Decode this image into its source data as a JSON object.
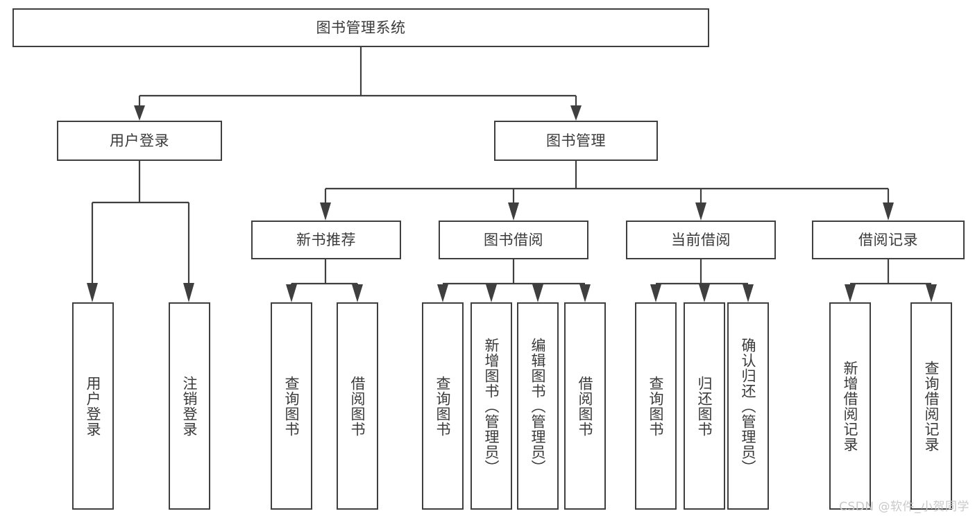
{
  "diagram": {
    "title": "图书管理系统",
    "watermark": "CSDN @软件_小贺同学",
    "root": {
      "label": "图书管理系统"
    },
    "level2": [
      {
        "label": "用户登录"
      },
      {
        "label": "图书管理"
      }
    ],
    "level3": [
      {
        "label": "新书推荐"
      },
      {
        "label": "图书借阅"
      },
      {
        "label": "当前借阅"
      },
      {
        "label": "借阅记录"
      }
    ],
    "leaves": {
      "user_login": [
        {
          "label": "用户登录"
        },
        {
          "label": "注销登录"
        }
      ],
      "new_book_recommend": [
        {
          "label": "查询图书"
        },
        {
          "label": "借阅图书"
        }
      ],
      "book_borrow": [
        {
          "label": "查询图书"
        },
        {
          "label": "新增图书（管理员）"
        },
        {
          "label": "编辑图书（管理员）"
        },
        {
          "label": "借阅图书"
        }
      ],
      "current_borrow": [
        {
          "label": "查询图书"
        },
        {
          "label": "归还图书"
        },
        {
          "label": "确认归还（管理员）"
        }
      ],
      "borrow_record": [
        {
          "label": "新增借阅记录"
        },
        {
          "label": "查询借阅记录"
        }
      ]
    }
  }
}
